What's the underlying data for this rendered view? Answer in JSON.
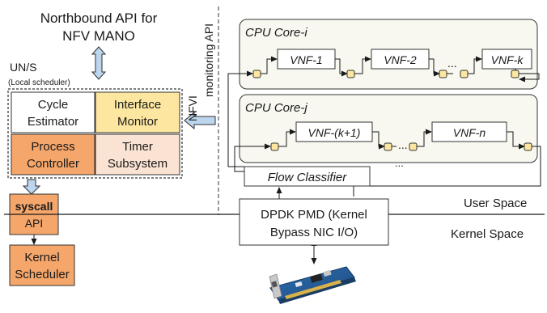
{
  "northbound": {
    "line1": "Northbound API for",
    "line2": "NFV MANO"
  },
  "uns": {
    "label": "UN/S",
    "sublabel": "(Local scheduler)"
  },
  "modules": {
    "cycle_estimator": {
      "line1": "Cycle",
      "line2": "Estimator",
      "color": "#ffffff"
    },
    "interface_monitor": {
      "line1": "Interface",
      "line2": "Monitor",
      "color": "#fde7a0"
    },
    "process_controller": {
      "line1": "Process",
      "line2": "Controller",
      "color": "#f5a66a"
    },
    "timer_subsystem": {
      "line1": "Timer",
      "line2": "Subsystem",
      "color": "#fbe3d3"
    }
  },
  "syscall": {
    "line1": "syscall",
    "line2": "API",
    "color": "#f5a66a"
  },
  "kernel_scheduler": {
    "line1": "Kernel",
    "line2": "Scheduler",
    "color": "#f5a66a"
  },
  "nfvi": {
    "line1": "NFVI",
    "line2": "monitoring API"
  },
  "core_i": {
    "title": "CPU Core-i",
    "vnfs": [
      "VNF-1",
      "VNF-2",
      "VNF-k"
    ],
    "ellipsis": "..."
  },
  "core_j": {
    "title": "CPU Core-j",
    "vnfs": [
      "VNF-(k+1)",
      "VNF-n"
    ],
    "ellipsis": "..."
  },
  "between_ellipsis": "...",
  "flow_classifier": "Flow Classifier",
  "dpdk": {
    "line1": "DPDK PMD (Kernel",
    "line2": "Bypass NIC I/O)"
  },
  "user_space": "User Space",
  "kernel_space": "Kernel Space",
  "nic_icon": "network-card-icon",
  "colors": {
    "queue": "#fde7a0",
    "arrow_blue": "#bcd6ee",
    "line": "#1a1a1a"
  }
}
